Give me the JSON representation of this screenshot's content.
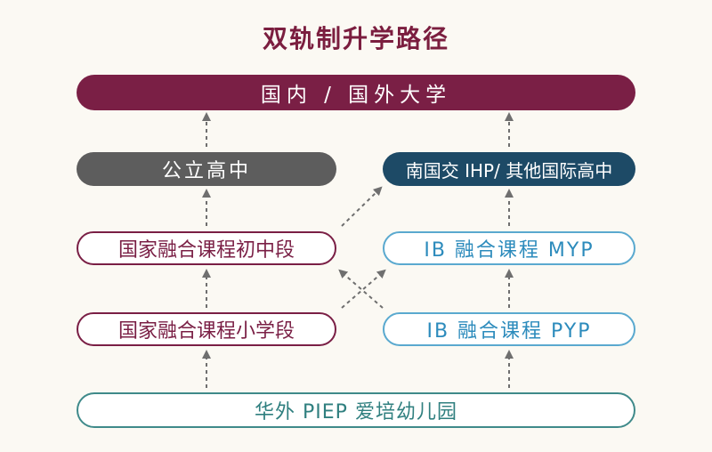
{
  "title": "双轨制升学路径",
  "nodes": {
    "university": "国内 / 国外大学",
    "public_high": "公立高中",
    "nanguo_high": "南国交 IHP/ 其他国际高中",
    "national_middle": "国家融合课程初中段",
    "ib_myp": "IB 融合课程 MYP",
    "national_primary": "国家融合课程小学段",
    "ib_pyp": "IB 融合课程 PYP",
    "kindergarten": "华外 PIEP 爱培幼儿园"
  },
  "colors": {
    "title": "#7b1e3f",
    "university": "#7a1f45",
    "public_high": "#5d5d5d",
    "nanguo_high": "#1d4a66",
    "national_track_border": "#7a1f45",
    "ib_track_border": "#5aa9cf",
    "kindergarten_border": "#3f8a8a",
    "arrow": "#6f6f6f"
  }
}
